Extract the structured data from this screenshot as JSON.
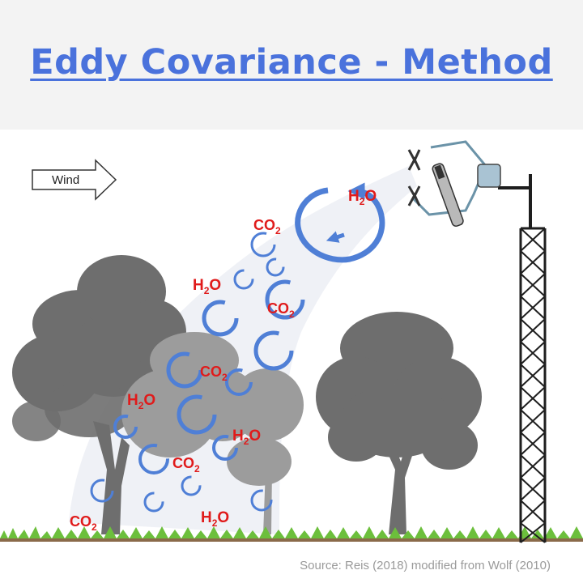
{
  "header": {
    "title": "Eddy Covariance - Method"
  },
  "wind": {
    "label": "Wind"
  },
  "gas_labels": [
    {
      "base": "H",
      "sub": "2",
      "tail": "O"
    },
    {
      "base": "CO",
      "sub": "2",
      "tail": ""
    },
    {
      "base": "H",
      "sub": "2",
      "tail": "O"
    },
    {
      "base": "CO",
      "sub": "2",
      "tail": ""
    },
    {
      "base": "CO",
      "sub": "2",
      "tail": ""
    },
    {
      "base": "H",
      "sub": "2",
      "tail": "O"
    },
    {
      "base": "H",
      "sub": "2",
      "tail": "O"
    },
    {
      "base": "CO",
      "sub": "2",
      "tail": ""
    },
    {
      "base": "CO",
      "sub": "2",
      "tail": ""
    },
    {
      "base": "H",
      "sub": "2",
      "tail": "O"
    }
  ],
  "footer": {
    "source": "Source:  Reis (2018) modified from Wolf (2010)"
  },
  "colors": {
    "title": "#4a72dc",
    "eddy": "#4f7fd6",
    "gas": "#e01b1b",
    "tree": "#6e6e6e",
    "grass": "#6cbf3c"
  }
}
